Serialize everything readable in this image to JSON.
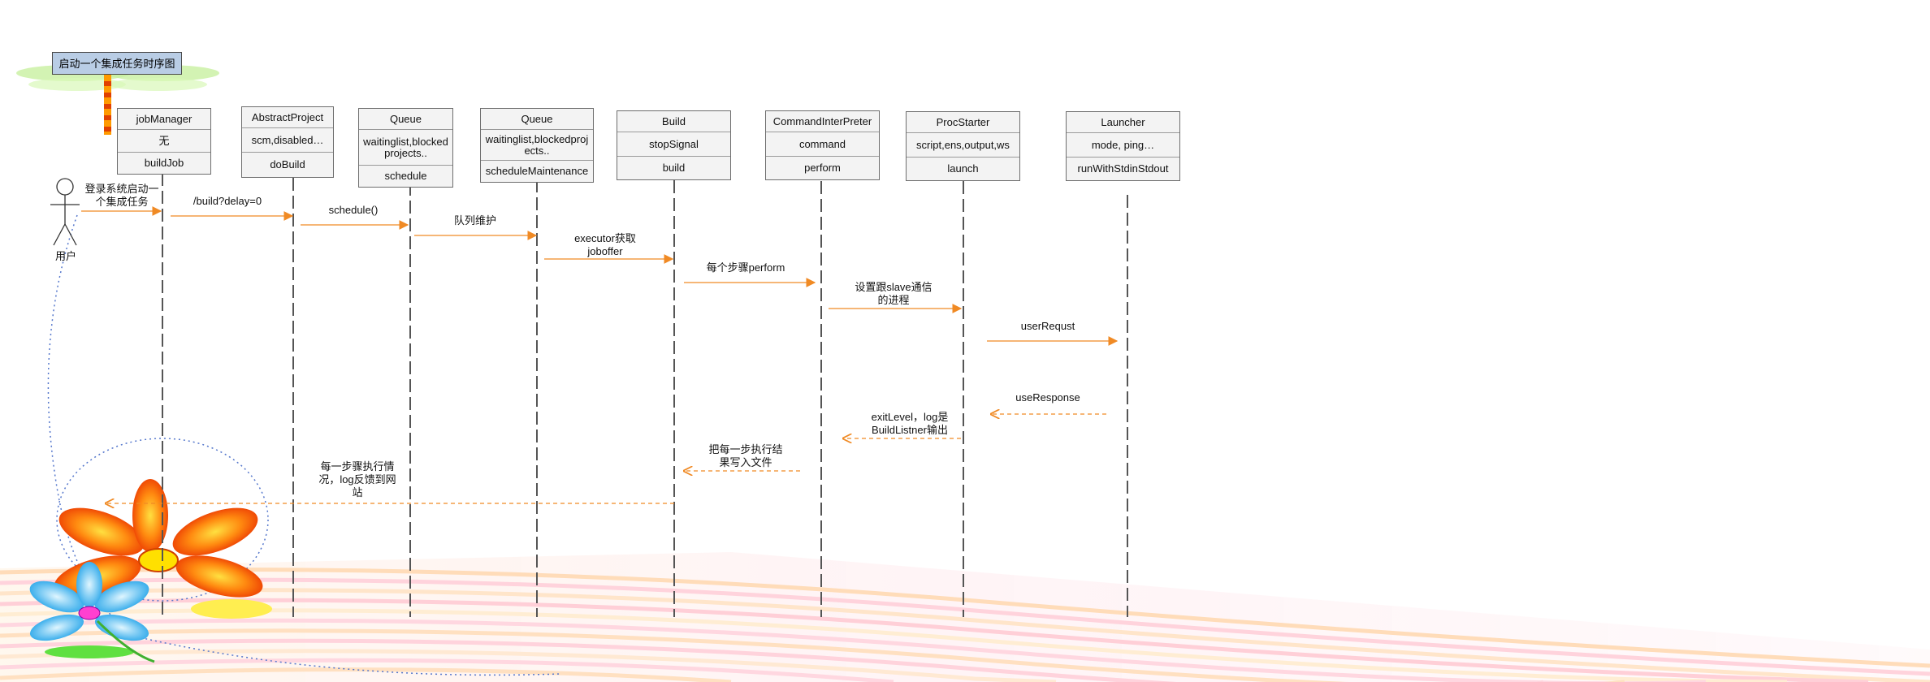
{
  "diagram": {
    "title": "启动一个集成任务时序图",
    "actor": {
      "label": "用户"
    },
    "objects": [
      {
        "name": "jobManager",
        "attributes": "无",
        "operation": "buildJob"
      },
      {
        "name": "AbstractProject",
        "attributes": "scm,disabled…",
        "operation": "doBuild"
      },
      {
        "name": "Queue",
        "attributes": "waitinglist,blocked projects..",
        "operation": "schedule"
      },
      {
        "name": "Queue",
        "attributes": "waitinglist,blockedproj ects..",
        "operation": "scheduleMaintenance"
      },
      {
        "name": "Build",
        "attributes": "stopSignal",
        "operation": "build"
      },
      {
        "name": "CommandInterPreter",
        "attributes": "command",
        "operation": "perform"
      },
      {
        "name": "ProcStarter",
        "attributes": "script,ens,output,ws",
        "operation": "launch"
      },
      {
        "name": "Launcher",
        "attributes": "mode, ping…",
        "operation": "runWithStdinStdout"
      }
    ],
    "messages": [
      {
        "label": "登录系统启动一\n个集成任务",
        "from": "用户",
        "to": "jobManager",
        "kind": "call"
      },
      {
        "label": "/build?delay=0",
        "from": "jobManager",
        "to": "AbstractProject",
        "kind": "call"
      },
      {
        "label": "schedule()",
        "from": "AbstractProject",
        "to": "Queue",
        "kind": "call"
      },
      {
        "label": "队列维护",
        "from": "Queue",
        "to": "Queue",
        "kind": "call"
      },
      {
        "label": "executor获取\njoboffer",
        "from": "Queue",
        "to": "Build",
        "kind": "call"
      },
      {
        "label": "每个步骤perform",
        "from": "Build",
        "to": "CommandInterPreter",
        "kind": "call"
      },
      {
        "label": "设置跟slave通信\n的进程",
        "from": "CommandInterPreter",
        "to": "ProcStarter",
        "kind": "call"
      },
      {
        "label": "userRequst",
        "from": "ProcStarter",
        "to": "Launcher",
        "kind": "call"
      },
      {
        "label": "useResponse",
        "from": "Launcher",
        "to": "ProcStarter",
        "kind": "return"
      },
      {
        "label": "exitLevel，log是\nBuildListner输出",
        "from": "ProcStarter",
        "to": "CommandInterPreter",
        "kind": "return"
      },
      {
        "label": "把每一步执行结\n果写入文件",
        "from": "CommandInterPreter",
        "to": "Build",
        "kind": "return"
      },
      {
        "label": "每一步骤执行情\n况，log反馈到网\n站",
        "from": "Build",
        "to": "用户",
        "kind": "return"
      }
    ],
    "colors": {
      "arrow": "#f08a24",
      "lifeline": "#555555",
      "title_fill": "#b9cde5",
      "object_fill": "#f3f3f3",
      "decor_dots": "#5577cc"
    }
  }
}
